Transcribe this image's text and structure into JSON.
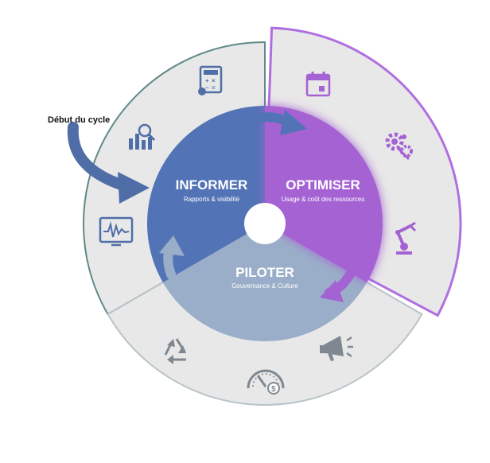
{
  "start_label": "Début du cycle",
  "segments": [
    {
      "title": "INFORMER",
      "subtitle": "Rapports & visibilité",
      "color": "#5273b6"
    },
    {
      "title": "OPTIMISER",
      "subtitle": "Usage & coût des ressources",
      "color": "#a562d3"
    },
    {
      "title": "PILOTER",
      "subtitle": "Gouvernance & Culture",
      "color": "#9aaec9"
    }
  ],
  "colors": {
    "outer_ring": "#e8e8e8",
    "outer_stroke": "#5f8a8a",
    "highlight_stroke": "#b06fe0",
    "icon_blue": "#4f6ea8",
    "icon_gray": "#7f8891"
  },
  "icons": {
    "informer": [
      "calculator-icon",
      "magnifier-chart-icon",
      "monitor-waveform-icon"
    ],
    "optimiser": [
      "calendar-icon",
      "gears-icon",
      "robot-arm-icon"
    ],
    "piloter": [
      "recycle-icon",
      "gauge-dollar-icon",
      "megaphone-icon"
    ]
  }
}
